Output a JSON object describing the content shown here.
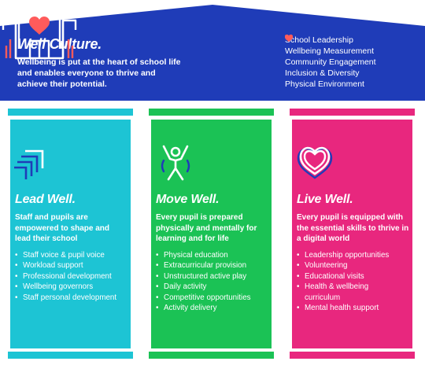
{
  "colors": {
    "roof": "#1f3cb8",
    "lead": "#1dc4d4",
    "move": "#1bc255",
    "live": "#e8277e",
    "heart": "#ff5b5b"
  },
  "roof": {
    "title": "Well Culture.",
    "description": "Wellbeing is put at the heart of school life and enables everyone to thrive and achieve their potential.",
    "icon": "school-heart-icon",
    "items": [
      "School Leadership",
      "Wellbeing Measurement",
      "Community Engagement",
      "Inclusion & Diversity",
      "Physical Environment"
    ]
  },
  "pillars": [
    {
      "icon": "layers-arrow-icon",
      "title": "Lead Well.",
      "description": "Staff and pupils are empowered to shape and lead their school",
      "items": [
        "Staff voice & pupil voice",
        "Workload support",
        "Professional development",
        "Wellbeing governors",
        "Staff personal development"
      ]
    },
    {
      "icon": "jumping-person-icon",
      "title": "Move Well.",
      "description": "Every pupil is prepared physically and mentally for learning and for life",
      "items": [
        "Physical education",
        "Extracurricular provision",
        "Unstructured active play",
        "Daily activity",
        "Competitive opportunities",
        "Activity delivery"
      ]
    },
    {
      "icon": "layered-heart-icon",
      "title": "Live Well.",
      "description": "Every pupil is equipped with the essential skills to thrive in a digital world",
      "items": [
        "Leadership opportunities",
        "Volunteering",
        "Educational visits",
        "Health & wellbeing curriculum",
        "Mental health support"
      ]
    }
  ]
}
